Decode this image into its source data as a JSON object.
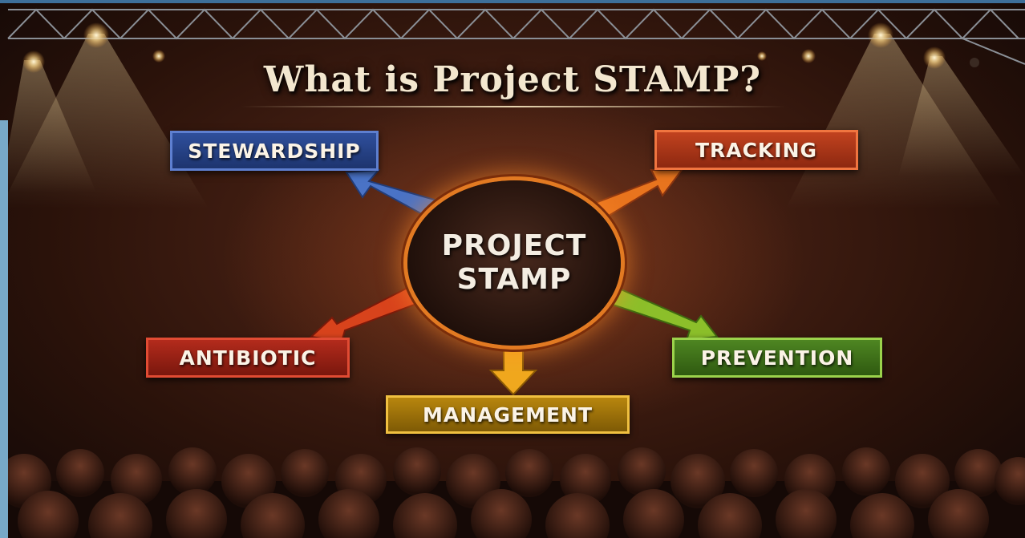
{
  "title": "What is Project STAMP?",
  "hub": {
    "line1": "PROJECT",
    "line2": "STAMP"
  },
  "nodes": {
    "stewardship": "STEWARDSHIP",
    "tracking": "TRACKING",
    "antibiotic": "ANTIBIOTIC",
    "management": "MANAGEMENT",
    "prevention": "PREVENTION"
  },
  "colors": {
    "stewardship": "#2f4f9c",
    "tracking": "#c1421f",
    "antibiotic": "#b32b1c",
    "management": "#b8860e",
    "prevention": "#4e8622",
    "hub_ring": "#e27a22"
  }
}
